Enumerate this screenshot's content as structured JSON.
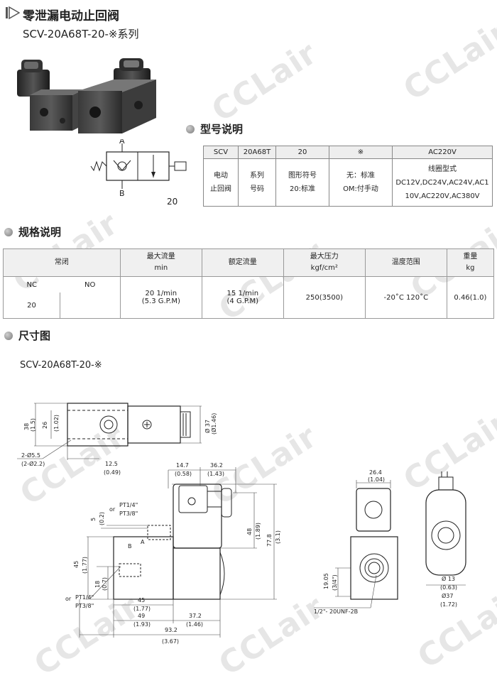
{
  "header": {
    "title": "零泄漏电动止回阀",
    "subtitle": "SCV-20A68T-20-※系列"
  },
  "symbol": {
    "port_a": "A",
    "port_b": "B",
    "size_label": "20"
  },
  "model_section": {
    "heading": "型号说明",
    "header_row": [
      "SCV",
      "20A68T",
      "20",
      "※",
      "AC220V"
    ],
    "body_row": [
      [
        "电动",
        "止回阀"
      ],
      [
        "系列",
        "号码"
      ],
      [
        "图形符号",
        "20:标准"
      ],
      [
        "无：标准",
        "OM:付手动"
      ],
      [
        "线圈型式",
        "DC12V,DC24V,AC24V,AC1",
        "10V,AC220V,AC380V"
      ]
    ]
  },
  "spec_section": {
    "heading": "规格说明",
    "headers": {
      "normally_closed": "常闭",
      "max_flow": [
        "最大流量",
        "min"
      ],
      "rated_flow": "额定流量",
      "max_pressure": [
        "最大压力",
        "kgf/cm²"
      ],
      "temp_range": "温度范围",
      "weight": [
        "重量",
        "kg"
      ]
    },
    "sub_headers": [
      "NC",
      "NO"
    ],
    "size": "20",
    "values": {
      "max_flow": [
        "20 1/min",
        "(5.3 G.P.M)"
      ],
      "rated_flow": [
        "15 1/min",
        "(4 G.P.M)"
      ],
      "max_pressure": "250(3500)",
      "temp_range": "-20˚C  120˚C",
      "weight": "0.46(1.0)"
    }
  },
  "dimension_section": {
    "heading": "尺寸图",
    "model": "SCV-20A68T-20-※",
    "top_view": {
      "d38": "38",
      "d38_in": "(1.5)",
      "d26": "26",
      "d26_in": "(1.02)",
      "hole": "2-Ø5.5",
      "hole_in": "(2-Ø2.2)",
      "d12_5": "12.5",
      "d12_5_in": "(0.49)",
      "d37": "Ø 37",
      "d37_in": "(Ø1.46)"
    },
    "front_view": {
      "d14_7": "14.7",
      "d14_7_in": "(0.58)",
      "d36_2": "36.2",
      "d36_2_in": "(1.43)",
      "port_top": "PT1/4\"",
      "port_top2": "PT3/8\"",
      "or": "or",
      "d5": "5",
      "d5_in": "(0.2)",
      "d45": "45",
      "d45_in": "(1.77)",
      "d18": "18",
      "d18_in": "(0.7)",
      "d48": "48",
      "d48_in": "(1.89)",
      "d77_8": "77.8",
      "d77_8_in": "(3.1)",
      "port_bottom": "PT1/4\"",
      "port_bottom2": "PT3/8\"",
      "w45": "45",
      "w45_in": "(1.77)",
      "w49": "49",
      "w49_in": "(1.93)",
      "w37_2": "37.2",
      "w37_2_in": "(1.46)",
      "w93_2": "93.2",
      "w93_2_in": "(3.67)",
      "label_a": "A",
      "label_b": "B"
    },
    "side_view": {
      "d26_4": "26.4",
      "d26_4_in": "(1.04)",
      "d19_05": "19.05",
      "d19_05_in": "(3/4\")",
      "thread": "1/2\"- 20UNF-2B",
      "d13": "Ø 13",
      "d13_in": "(0.63)",
      "d37": "Ø37",
      "d37_in": "(1.72)"
    }
  },
  "watermark": "CCLair"
}
